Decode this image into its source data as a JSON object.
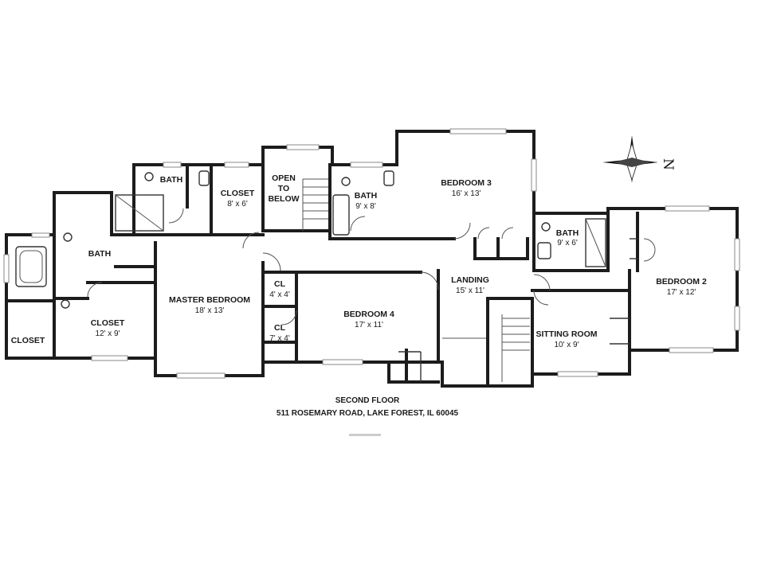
{
  "rooms": {
    "bath_small": {
      "name": "BATH",
      "dim": ""
    },
    "closet_86": {
      "name": "CLOSET",
      "dim": "8' x 6'"
    },
    "open": {
      "line1": "OPEN",
      "line2": "TO",
      "line3": "BELOW"
    },
    "bath_98": {
      "name": "BATH",
      "dim": "9' x 8'"
    },
    "bedroom3": {
      "name": "BEDROOM 3",
      "dim": "16' x 13'"
    },
    "bath_master": {
      "name": "BATH",
      "dim": ""
    },
    "bath_96": {
      "name": "BATH",
      "dim": "9' x 6'"
    },
    "bedroom2": {
      "name": "BEDROOM 2",
      "dim": "17' x 12'"
    },
    "master": {
      "name": "MASTER BEDROOM",
      "dim": "18' x 13'"
    },
    "cl1": {
      "name": "CL",
      "dim": "4' x 4'"
    },
    "cl2": {
      "name": "CL",
      "dim": "7' x 4'"
    },
    "bedroom4": {
      "name": "BEDROOM 4",
      "dim": "17' x 11'"
    },
    "landing": {
      "name": "LANDING",
      "dim": "15' x 11'"
    },
    "closet_129": {
      "name": "CLOSET",
      "dim": "12' x 9'"
    },
    "closet_small": {
      "name": "CLOSET",
      "dim": ""
    },
    "sitting": {
      "name": "SITTING ROOM",
      "dim": "10' x 9'"
    }
  },
  "compass": {
    "north_label": "N"
  },
  "caption": {
    "line1": "SECOND FLOOR",
    "line2": "511 ROSEMARY ROAD, LAKE FOREST, IL 60045"
  }
}
